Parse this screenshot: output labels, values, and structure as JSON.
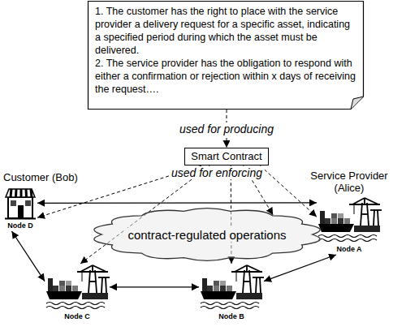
{
  "diagram": {
    "nodes": [
      {
        "text": [
          "1. The customer has the right to place with the service provider a delivery request for a specific asset, indicating a specified period during which the asset must be delivered.",
          "2. The service provider has the obligation to respond with either a confirmation or rejection within x days of receiving the request…."
        ]
      },
      {
        "text": [
          "Smart Contract"
        ]
      },
      {
        "text": [
          "Customer (Bob)",
          "Node D"
        ]
      },
      {
        "text": [
          "Service Provider (Alice)",
          "Node A"
        ]
      },
      {
        "text": [
          "contract-regulated operations"
        ]
      },
      {
        "text": [
          "Node C"
        ]
      },
      {
        "text": [
          "Node B"
        ]
      }
    ],
    "edges": [
      {
        "from": 0,
        "to": 1,
        "arrow": "to",
        "label": "used for producing"
      },
      {
        "from": 1,
        "to": 2,
        "arrow": "to"
      },
      {
        "from": 1,
        "to": 5,
        "arrow": "to"
      },
      {
        "from": 1,
        "to": 4,
        "arrow": "to"
      },
      {
        "from": 1,
        "to": 6,
        "arrow": "to"
      },
      {
        "from": 1,
        "to": 3,
        "arrow": "to"
      },
      {
        "from": 2,
        "to": 3,
        "arrow": "both"
      },
      {
        "from": 2,
        "to": 5,
        "arrow": "both"
      },
      {
        "from": 5,
        "to": 6,
        "arrow": "both"
      },
      {
        "from": 6,
        "to": 3,
        "arrow": "both"
      }
    ],
    "labels": [
      "used for enforcing"
    ]
  }
}
